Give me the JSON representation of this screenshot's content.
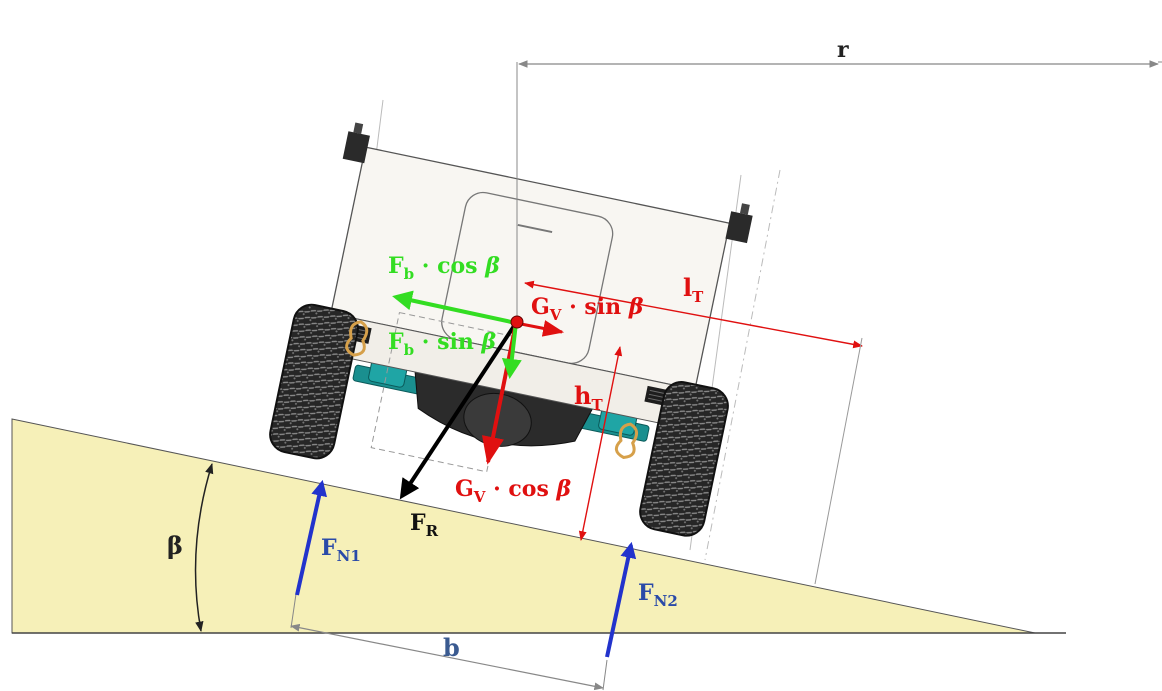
{
  "diagram": {
    "labels": {
      "r": {
        "text": "r"
      },
      "beta": {
        "text": "β"
      },
      "b": {
        "text": "b"
      },
      "l_T": {
        "main": "l",
        "sub": "T"
      },
      "h_T": {
        "main": "h",
        "sub": "T"
      },
      "F_R": {
        "main": "F",
        "sub": "R"
      },
      "F_N1": {
        "main": "F",
        "sub": "N1"
      },
      "F_N2": {
        "main": "F",
        "sub": "N2"
      },
      "Fb_cos": {
        "main": "F",
        "sub": "b",
        "rest": " · cos ",
        "greek": "β"
      },
      "Fb_sin": {
        "main": "F",
        "sub": "b",
        "rest": " · sin ",
        "greek": "β"
      },
      "Gv_sin": {
        "main": "G",
        "sub": "V",
        "rest": " · sin ",
        "greek": "β"
      },
      "Gv_cos": {
        "main": "G",
        "sub": "V",
        "rest": " · cos ",
        "greek": "β"
      }
    },
    "colors": {
      "slope_fill": "#f6f0b8",
      "slope_edge": "#444444",
      "green_force": "#33dd22",
      "red_force": "#e01010",
      "black_force": "#000000",
      "blue_force": "#2233cc",
      "dimension": "#777777",
      "axle": "#1a8f8f",
      "body_fill": "#f8f6f2"
    }
  }
}
